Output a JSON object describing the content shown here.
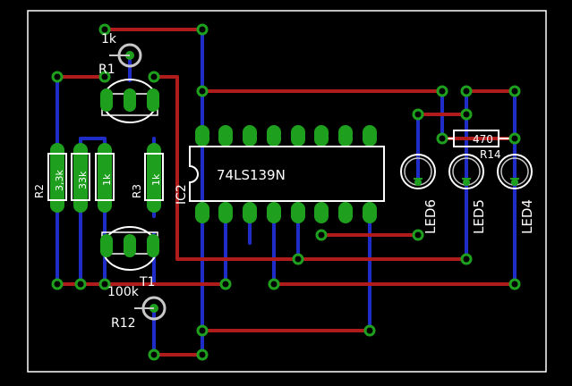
{
  "colors": {
    "background": "#000000",
    "outline": "#ffffff",
    "top_trace": "#b01c1c",
    "bottom_trace": "#1e2cc8",
    "pad_fill": "#1ea01e",
    "via_ring": "#1ea01e",
    "silk": "#c8c8c8",
    "text": "#ffffff"
  },
  "labels": {
    "ic_part": "74LS139N",
    "ic_ref": "IC2",
    "t_upper_ref": "R1",
    "t_upper_val": "1k",
    "t_lower_ref": "T1",
    "trim_ref": "R12",
    "trim_val": "100k",
    "r2_ref": "R2",
    "r2_val": "3,3k",
    "r_mid_val": "33k",
    "r_right_val": "1k",
    "r3_ref": "R3",
    "r3_val": "1k",
    "r14_ref": "R14",
    "r14_val": "470",
    "led6": "LED6",
    "led5": "LED5",
    "led4": "LED4"
  }
}
